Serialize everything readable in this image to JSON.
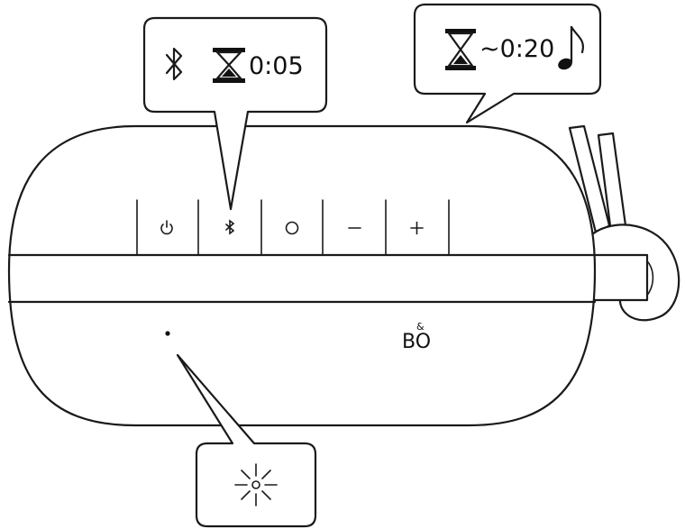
{
  "callouts": {
    "bluetooth_timer": {
      "duration": "0:05",
      "icons": [
        "bluetooth-icon",
        "hourglass-icon"
      ]
    },
    "button_timer": {
      "duration": "~0:20",
      "icons": [
        "hourglass-icon",
        "music-note-icon"
      ]
    },
    "indicator_light": {
      "icons": [
        "blinking-light-icon"
      ]
    }
  },
  "speaker": {
    "buttons": [
      {
        "name": "power",
        "icon": "power-icon"
      },
      {
        "name": "bluetooth",
        "icon": "bluetooth-icon"
      },
      {
        "name": "play-pause",
        "icon": "circle-icon"
      },
      {
        "name": "volume-down",
        "icon": "minus-icon"
      },
      {
        "name": "volume-up",
        "icon": "plus-icon"
      }
    ],
    "logo": {
      "top": "&",
      "bottom": "BO"
    }
  },
  "colors": {
    "ink": "#1a1a1a",
    "background": "#ffffff"
  }
}
